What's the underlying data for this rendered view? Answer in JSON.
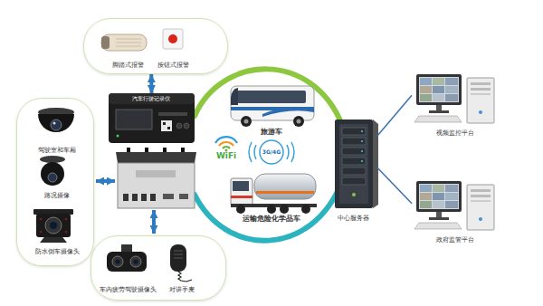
{
  "diagram": {
    "nodes": [
      {
        "text": [
          "脚踏式报警",
          "按钮式报警"
        ]
      },
      {
        "text": [
          "驾驶室和车厢",
          "路况摄像",
          "防水倒车摄像头"
        ]
      },
      {
        "text": [
          "汽车行驶记录仪"
        ]
      },
      {
        "text": [
          "车内疲劳驾驶摄像头",
          "对讲手麦"
        ]
      },
      {
        "text": [
          "中心服务器"
        ]
      },
      {
        "text": [
          "视频监控平台"
        ]
      },
      {
        "text": [
          "政府监管平台"
        ]
      }
    ],
    "edges": [
      {
        "from": 0,
        "to": 2,
        "arrow": "both"
      },
      {
        "from": 4,
        "to": 5,
        "arrow": "none"
      },
      {
        "from": 4,
        "to": 6,
        "arrow": "none"
      }
    ],
    "labels": [
      "旅游车",
      "WiFi",
      "3G/4G",
      "运输危险化学品车"
    ]
  }
}
